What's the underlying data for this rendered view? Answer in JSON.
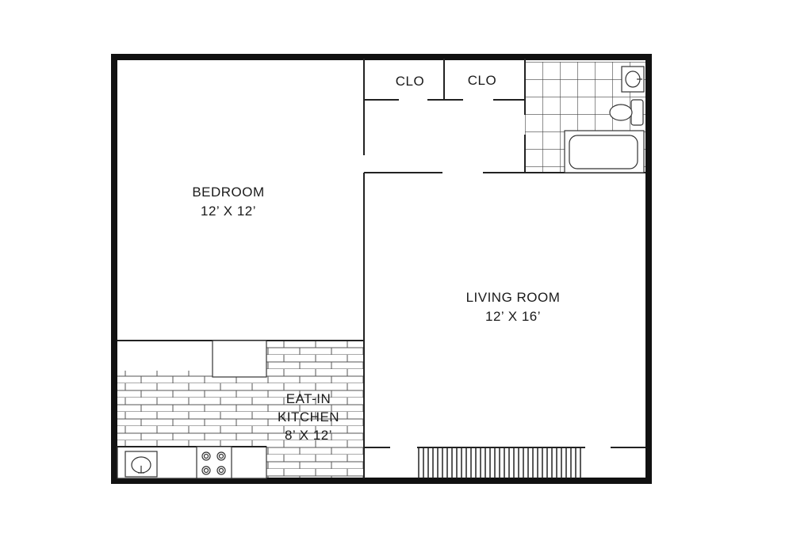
{
  "plan": {
    "rooms": {
      "bedroom": {
        "name": "BEDROOM",
        "size": "12’ X 12’"
      },
      "living": {
        "name": "LIVING ROOM",
        "size": "12’ X 16’"
      },
      "kitchen": {
        "line1": "EAT-IN",
        "line2": "KITCHEN",
        "size": "8’ X 12’"
      },
      "closet_left": {
        "name": "CLO"
      },
      "closet_right": {
        "name": "CLO"
      }
    },
    "fixtures": [
      "sink-icon",
      "toilet-icon",
      "bathtub-icon",
      "stove-icon",
      "kitchen-sink-icon",
      "radiator-icon"
    ],
    "colors": {
      "wall": "#111111",
      "tile": "#555555",
      "background": "#ffffff"
    }
  }
}
